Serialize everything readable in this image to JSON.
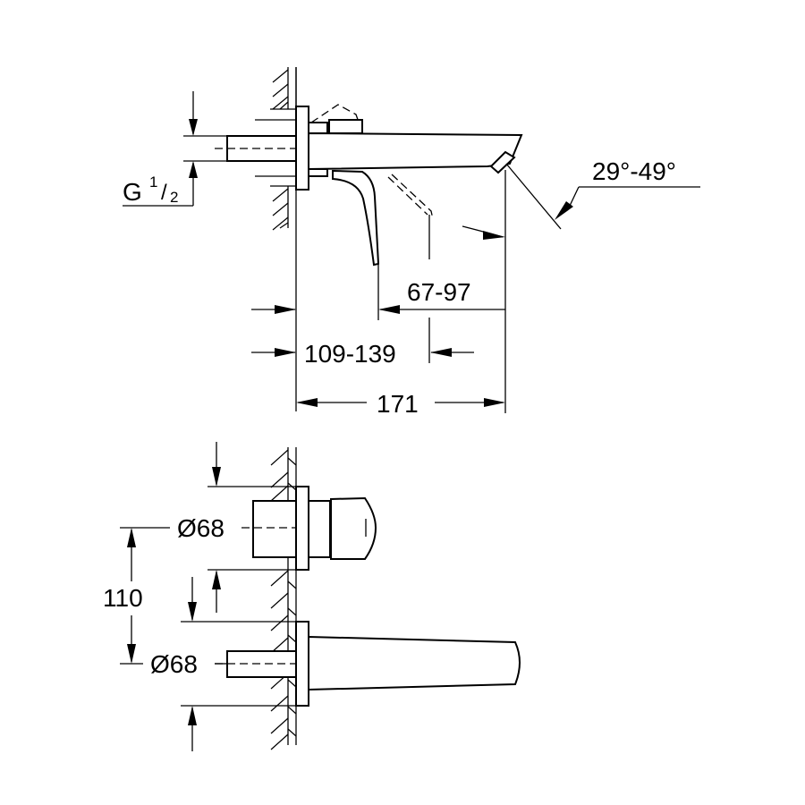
{
  "drawing": {
    "side_view": {
      "thread_label_main": "G",
      "thread_label_num": "1",
      "thread_label_slash": "/",
      "thread_label_den": "2",
      "angle_label": "29°-49°",
      "dim_handle_to_spout": "67-97",
      "dim_wall_to_handle": "109-139",
      "dim_total_projection": "171"
    },
    "front_view": {
      "upper_diameter": "Ø68",
      "lower_diameter": "Ø68",
      "center_distance": "110"
    }
  }
}
